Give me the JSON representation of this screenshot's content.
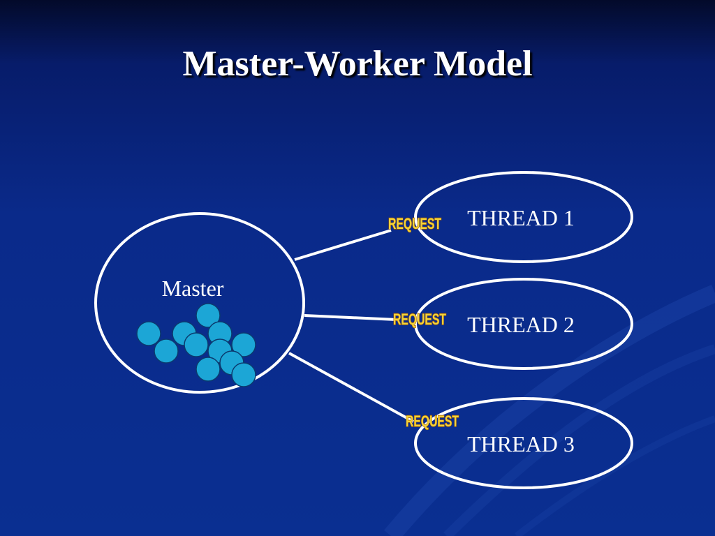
{
  "slide": {
    "title": "Master-Worker Model"
  },
  "master": {
    "label": "Master",
    "task_count": 12
  },
  "threads": [
    {
      "label": "THREAD 1",
      "request_label": "REQUEST"
    },
    {
      "label": "THREAD 2",
      "request_label": "REQUEST"
    },
    {
      "label": "THREAD 3",
      "request_label": "REQUEST"
    }
  ],
  "colors": {
    "background": "#0a2a8a",
    "outline": "#ffffff",
    "task_fill": "#1ca6d6",
    "request_text": "#f2d33a"
  }
}
